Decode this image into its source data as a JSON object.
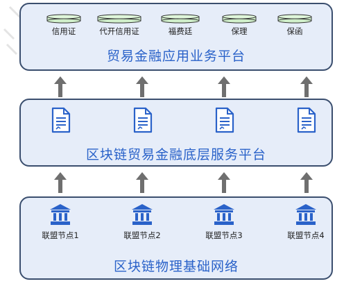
{
  "top_layer": {
    "title": "贸易金融应用业务平台",
    "services": [
      "信用证",
      "代开信用证",
      "福费廷",
      "保理",
      "保函"
    ]
  },
  "middle_layer": {
    "title": "区块链贸易金融底层服务平台",
    "document_count": 4
  },
  "bottom_layer": {
    "title": "区块链物理基础网络",
    "nodes": [
      "联盟节点1",
      "联盟节点2",
      "联盟节点3",
      "联盟节点4"
    ]
  },
  "colors": {
    "layer_fill": "#e6edf9",
    "layer_border": "#3a4e6e",
    "title_text": "#2a62c9",
    "icon_blue": "#2a62c9",
    "disk_green": "#cfeec9",
    "arrow_gray": "#6f6f6f"
  },
  "icons": {
    "service": "database-disk-icon",
    "document": "document-icon",
    "node": "bank-building-icon",
    "connector": "up-arrow-icon"
  }
}
